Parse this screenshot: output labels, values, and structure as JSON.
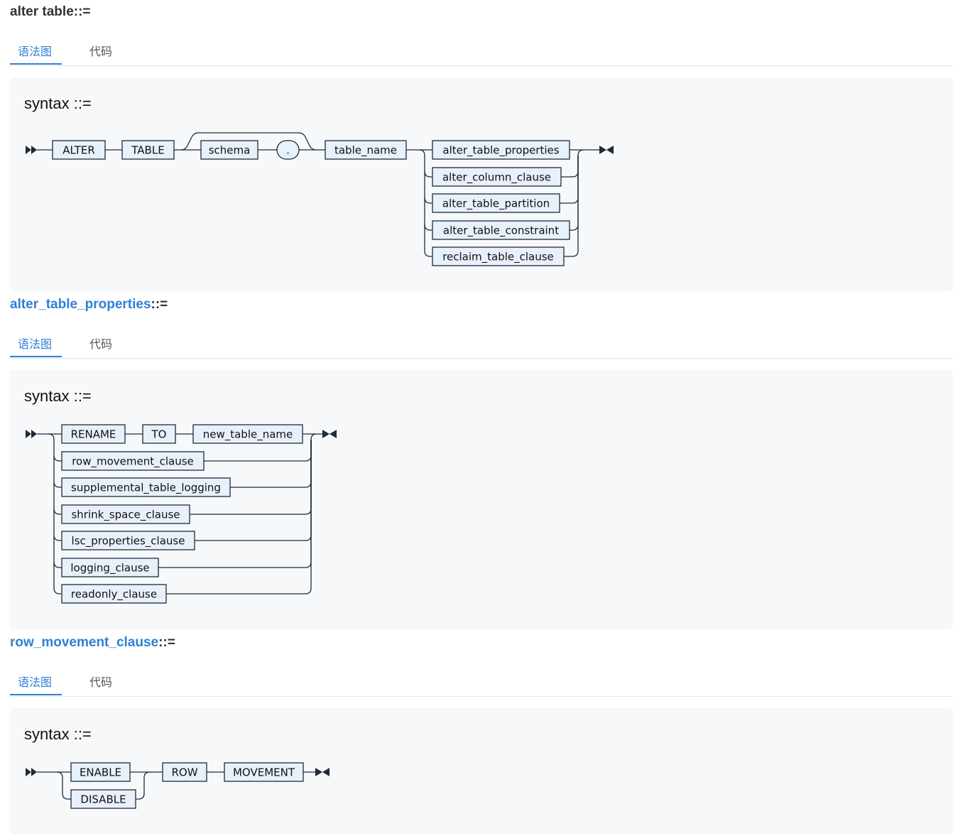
{
  "sections": [
    {
      "heading": {
        "name": "alter table",
        "sep": "::=",
        "is_link": false
      },
      "tabs": [
        "语法图",
        "代码"
      ],
      "panel_title": {
        "name": "syntax",
        "sep": " ::="
      },
      "terms": [
        "ALTER",
        "TABLE",
        "schema",
        ".",
        "table_name",
        "alter_table_properties",
        "alter_column_clause",
        "alter_table_partition",
        "alter_table_constraint",
        "reclaim_table_clause"
      ]
    },
    {
      "heading": {
        "name": "alter_table_properties",
        "sep": "::=",
        "is_link": true
      },
      "tabs": [
        "语法图",
        "代码"
      ],
      "panel_title": {
        "name": "syntax",
        "sep": " ::="
      },
      "terms": [
        "RENAME",
        "TO",
        "new_table_name",
        "row_movement_clause",
        "supplemental_table_logging",
        "shrink_space_clause",
        "lsc_properties_clause",
        "logging_clause",
        "readonly_clause"
      ]
    },
    {
      "heading": {
        "name": "row_movement_clause",
        "sep": "::=",
        "is_link": true
      },
      "tabs": [
        "语法图",
        "代码"
      ],
      "panel_title": {
        "name": "syntax",
        "sep": " ::="
      },
      "terms": [
        "ENABLE",
        "DISABLE",
        "ROW",
        "MOVEMENT"
      ]
    }
  ]
}
